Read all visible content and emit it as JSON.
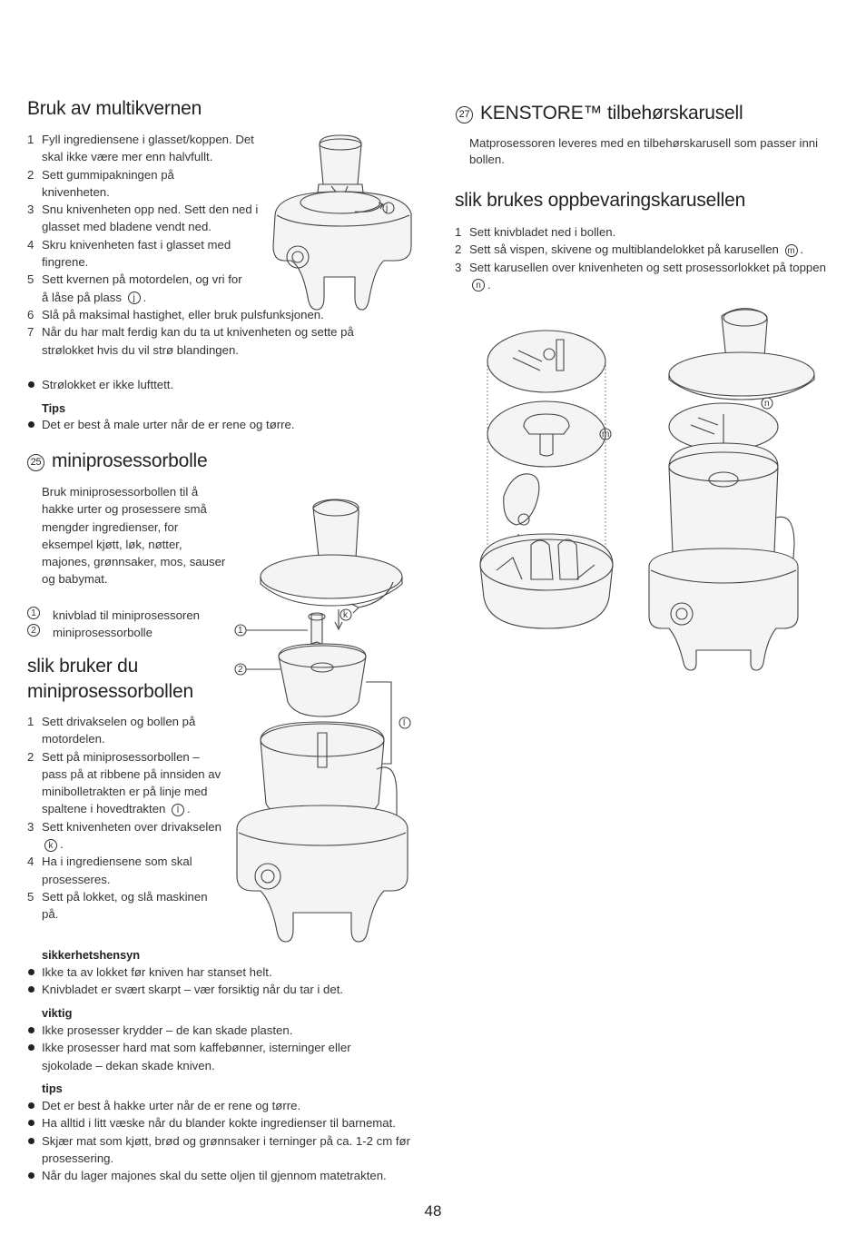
{
  "multikvern": {
    "title": "Bruk av multikvernen",
    "steps": [
      {
        "n": "1",
        "text": "Fyll ingrediensene i glasset/koppen. Det skal ikke være mer enn halvfullt."
      },
      {
        "n": "2",
        "text": "Sett gummipakningen på knivenheten."
      },
      {
        "n": "3",
        "text": "Snu knivenheten opp ned. Sett den ned i glasset med bladene vendt ned."
      },
      {
        "n": "4",
        "text": "Skru knivenheten fast i glasset med fingrene."
      },
      {
        "n": "5",
        "text": "Sett kvernen på motordelen, og vri for å låse på plass",
        "ref": "j",
        "after": "."
      },
      {
        "n": "6",
        "text": "Slå på maksimal hastighet, eller bruk pulsfunksjonen."
      },
      {
        "n": "7",
        "text": "Når du har malt ferdig kan du ta ut knivenheten og sette på strølokket hvis du vil strø blandingen."
      }
    ],
    "bullet": "Strølokket er ikke lufttett.",
    "tips_label": "Tips",
    "tips": [
      "Det er best å male urter når de er rene og tørre."
    ],
    "fig_label": "j"
  },
  "mini": {
    "number": "25",
    "title": "miniprosessorbolle",
    "intro": "Bruk miniprosessorbollen til å hakke urter og prosessere små mengder ingredienser, for eksempel kjøtt, løk, nøtter, majones, grønnsaker, mos, sauser og babymat.",
    "parts": [
      {
        "n": "1",
        "text": "knivblad til miniprosessoren"
      },
      {
        "n": "2",
        "text": "miniprosessorbolle"
      }
    ],
    "fig_labels": [
      "1",
      "2",
      "k",
      "l"
    ]
  },
  "slik_mini": {
    "title_line1": "slik bruker du",
    "title_line2": "miniprosessorbollen",
    "steps": [
      {
        "n": "1",
        "text": "Sett drivakselen og bollen på motordelen."
      },
      {
        "n": "2",
        "text": "Sett på miniprosessorbollen – pass på at ribbene på innsiden av minibolletrakten er på linje med spaltene i hovedtrakten",
        "ref": "l",
        "after": "."
      },
      {
        "n": "3",
        "text": "Sett knivenheten over drivakselen",
        "ref": "k",
        "after": "."
      },
      {
        "n": "4",
        "text": "Ha i ingrediensene som skal prosesseres."
      },
      {
        "n": "5",
        "text": "Sett på lokket, og slå maskinen på."
      }
    ],
    "safety_label": "sikkerhetshensyn",
    "safety": [
      "Ikke ta av lokket før kniven har stanset helt.",
      "Knivbladet er svært skarpt – vær forsiktig når du tar i det."
    ],
    "important_label": "viktig",
    "important": [
      "Ikke prosesser krydder – de kan skade plasten.",
      "Ikke prosesser hard mat som kaffebønner, isterninger eller sjokolade – dekan skade kniven."
    ],
    "tips_label": "tips",
    "tips": [
      "Det er best å hakke urter når de er rene og tørre.",
      "Ha alltid i litt væske når du blander kokte ingredienser til barnemat.",
      "Skjær mat som kjøtt, brød og grønnsaker i terninger på ca. 1-2 cm før prosessering.",
      "Når du lager majones skal du sette oljen til gjennom matetrakten."
    ]
  },
  "kenstore": {
    "number": "27",
    "title": "KENSTORE™ tilbehørskarusell",
    "intro": "Matprosessoren leveres med en tilbehørskarusell som passer inni bollen.",
    "subtitle": "slik brukes oppbevaringskarusellen",
    "steps": [
      {
        "n": "1",
        "text": "Sett knivbladet ned i bollen."
      },
      {
        "n": "2",
        "text": "Sett så vispen, skivene og multiblandelokket på karusellen",
        "ref": "m",
        "after": "."
      },
      {
        "n": "3",
        "text": "Sett karusellen over knivenheten og sett prosessorlokket på toppen",
        "ref": "n",
        "after": "."
      }
    ],
    "fig_labels": [
      "m",
      "n"
    ]
  },
  "page_number": "48"
}
